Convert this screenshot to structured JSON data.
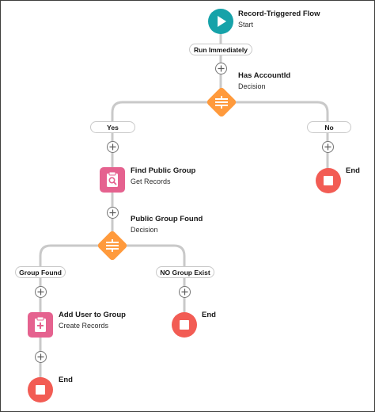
{
  "flow": {
    "start": {
      "title": "Record-Triggered Flow",
      "subtitle": "Start"
    },
    "run_path_label": "Run Immediately",
    "decision_1": {
      "title": "Has AccountId",
      "subtitle": "Decision"
    },
    "outcome_yes": "Yes",
    "outcome_no": "No",
    "end_label": "End",
    "get_records": {
      "title": "Find Public Group",
      "subtitle": "Get Records"
    },
    "decision_2": {
      "title": "Public Group Found",
      "subtitle": "Decision"
    },
    "outcome_group_found": "Group Found",
    "outcome_no_group": "NO Group Exist",
    "create_records": {
      "title": "Add User to Group",
      "subtitle": "Create Records"
    }
  },
  "colors": {
    "start": "#16a2a9",
    "decision": "#ff9a3c",
    "get_records": "#e5628f",
    "create_records": "#e5628f",
    "end": "#f25c54",
    "connector": "#c9c9c9"
  }
}
